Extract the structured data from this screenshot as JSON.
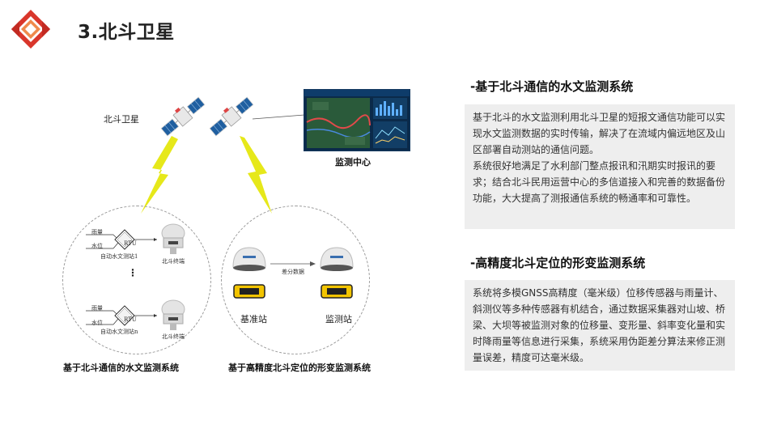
{
  "header": {
    "title": "3.北斗卫星"
  },
  "diagram": {
    "satellite_label": "北斗卫星",
    "monitor_center_label": "监测中心",
    "hydro": {
      "rain_label_1": "雨量",
      "water_label_1": "水位",
      "rtu_label_1": "RTU",
      "station_label_1": "自动水文测站1",
      "terminal_label_1": "北斗终端",
      "ellipsis": "⋮",
      "rain_label_2": "雨量",
      "water_label_2": "水位",
      "rtu_label_2": "RTU",
      "station_label_2": "自动水文测站n",
      "terminal_label_2": "北斗终端",
      "caption": "基于北斗通信的水文监测系统"
    },
    "deform": {
      "diff_label": "差分数据",
      "base_label": "基准站",
      "monitor_label": "监测站",
      "caption": "基于高精度北斗定位的形变监测系统"
    }
  },
  "section1": {
    "heading": "-基于北斗通信的水文监测系统",
    "para1": "基于北斗的水文监测利用北斗卫星的短报文通信功能可以实现水文监测数据的实时传输，解决了在流域内偏远地区及山区部署自动测站的通信问题。",
    "para2": "系统很好地满足了水利部门整点报讯和汛期实时报讯的要求；结合北斗民用运营中心的多信道接入和完善的数据备份功能，大大提高了测报通信系统的畅通率和可靠性。"
  },
  "section2": {
    "heading": "-高精度北斗定位的形变监测系统",
    "para1": "系统将多模GNSS高精度（毫米级）位移传感器与雨量计、斜测仪等多种传感器有机结合，通过数据采集器对山坡、桥梁、大坝等被监测对象的位移量、变形量、斜率变化量和实时降雨量等信息进行采集，系统采用伪距差分算法来修正测量误差，精度可达毫米级。"
  },
  "colors": {
    "logo_red": "#d9362b",
    "logo_orange": "#ef8a4c",
    "lightning": "#e6e81a",
    "textbox_bg": "#eeeeee",
    "satellite_panel": "#1f5fa0",
    "terminal_yellow": "#f2c400"
  }
}
